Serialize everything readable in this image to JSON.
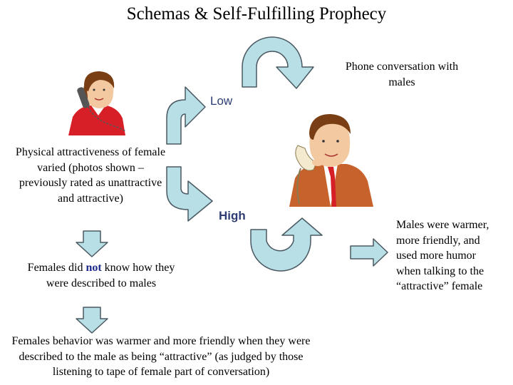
{
  "title": "Schemas & Self-Fulfilling Prophecy",
  "labels": {
    "low": "Low",
    "high": "High"
  },
  "phone_conversation": "Phone conversation with males",
  "physical_attractiveness": "Physical attractiveness of female varied (photos shown – previously rated as unattractive and attractive)",
  "females_knowledge": {
    "before": "Females did ",
    "emphasis": "not",
    "after": " know how they were described to males"
  },
  "females_behavior": "Females behavior was warmer and more friendly when they were described to the male as being “attractive” (as judged by those listening to tape of female part of conversation)",
  "males_result": "Males were warmer, more friendly, and used more humor when talking to the “attractive” female",
  "colors": {
    "arrow_fill": "#b9dfe6",
    "arrow_stroke": "#4a5862",
    "label": "#2e3d73",
    "emphasis": "#1d2a8c"
  }
}
